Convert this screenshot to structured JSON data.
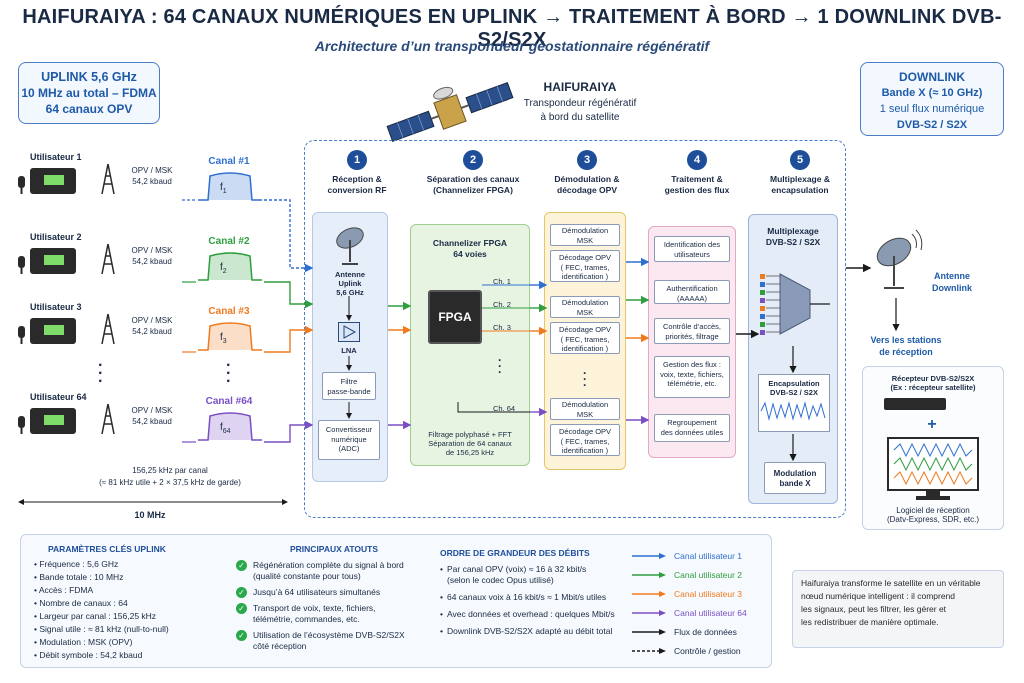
{
  "title": "HAIFURAIYA : 64 CANAUX NUMÉRIQUES EN UPLINK → TRAITEMENT À BORD → 1 DOWNLINK DVB-S2/S2X",
  "subtitle": "Architecture d’un transpondeur géostationnaire régénératif",
  "uplink_box": [
    "UPLINK 5,6 GHz",
    "10 MHz au total – FDMA",
    "64 canaux OPV"
  ],
  "downlink_box": [
    "DOWNLINK",
    "Bande X (≈ 10 GHz)",
    "1 seul flux numérique",
    "DVB-S2 / S2X"
  ],
  "satellite": {
    "name": "HAIFURAIYA",
    "line1": "Transpondeur régénératif",
    "line2": "à bord du satellite"
  },
  "users": [
    {
      "name": "Utilisateur 1",
      "mod": "OPV / MSK",
      "rate": "54,2 kbaud",
      "channel": "Canal #1",
      "f": "f",
      "sub": "1",
      "color": "#2f6fd1"
    },
    {
      "name": "Utilisateur 2",
      "mod": "OPV / MSK",
      "rate": "54,2 kbaud",
      "channel": "Canal #2",
      "f": "f",
      "sub": "2",
      "color": "#2e9e3e"
    },
    {
      "name": "Utilisateur 3",
      "mod": "OPV / MSK",
      "rate": "54,2 kbaud",
      "channel": "Canal #3",
      "f": "f",
      "sub": "3",
      "color": "#f07a1e"
    },
    {
      "name": "Utilisateur 64",
      "mod": "OPV / MSK",
      "rate": "54,2 kbaud",
      "channel": "Canal #64",
      "f": "f",
      "sub": "64",
      "color": "#7a4fc4"
    }
  ],
  "spacing_note": [
    "156,25 kHz par canal",
    "(≈ 81 kHz utile + 2 × 37,5 kHz de garde)"
  ],
  "bandwidth_label": "10 MHz",
  "steps": [
    {
      "n": "1",
      "label": "Réception &\nconversion RF"
    },
    {
      "n": "2",
      "label": "Séparation des canaux\n(Channelizer FPGA)"
    },
    {
      "n": "3",
      "label": "Démodulation &\ndécodage OPV"
    },
    {
      "n": "4",
      "label": "Traitement &\ngestion des flux"
    },
    {
      "n": "5",
      "label": "Multiplexage &\nencapsulation"
    }
  ],
  "col1": {
    "antenna": "Antenne\nUplink\n5,6 GHz",
    "lna": "LNA",
    "filter": "Filtre\npasse-bande",
    "adc": "Convertisseur\nnumérique\n(ADC)"
  },
  "col2": {
    "title": "Channelizer FPGA\n64 voies",
    "chip": "FPGA",
    "ch1": "Ch. 1",
    "ch2": "Ch. 2",
    "ch3": "Ch. 3",
    "ch64": "Ch. 64",
    "note": "Filtrage polyphasé + FFT\nSéparation de 64 canaux\nde 156,25 kHz"
  },
  "col3": {
    "demod": "Démodulation\nMSK",
    "decode": "Décodage OPV\n( FEC, trames,\nidentification )"
  },
  "col4": [
    "Identification des\nutilisateurs",
    "Authentification\n(AAAAA)",
    "Contrôle d’accès,\npriorités, filtrage",
    "Gestion des flux :\nvoix, texte, fichiers,\ntélémétrie, etc.",
    "Regroupement\ndes données utiles"
  ],
  "col5": {
    "mux": "Multiplexage\nDVB-S2 / S2X",
    "encap": "Encapsulation\nDVB-S2 / S2X",
    "mod": "Modulation\nbande X"
  },
  "downlink_antenna": "Antenne\nDownlink",
  "stations": "Vers les stations\nde réception",
  "receiver": {
    "title": "Récepteur DVB-S2/S2X\n(Ex : récepteur satellite)",
    "plus": "+",
    "soft": "Logiciel de réception\n(Datv-Express, SDR, etc.)"
  },
  "params": {
    "title": "PARAMÈTRES CLÉS UPLINK",
    "items": [
      "Fréquence : 5,6 GHz",
      "Bande totale : 10 MHz",
      "Accès : FDMA",
      "Nombre de canaux : 64",
      "Largeur par canal : 156,25 kHz",
      "Signal utile : ≈ 81 kHz (null-to-null)",
      "Modulation : MSK (OPV)",
      "Débit symbole : 54,2 kbaud"
    ]
  },
  "atouts": {
    "title": "PRINCIPAUX ATOUTS",
    "items": [
      "Régénération complète du signal à bord\n(qualité constante pour tous)",
      "Jusqu’à 64 utilisateurs simultanés",
      "Transport de voix, texte, fichiers,\ntélémétrie, commandes, etc.",
      "Utilisation de l’écosystème DVB-S2/S2X\ncôté réception"
    ]
  },
  "debits": {
    "title": "ORDRE DE GRANDEUR DES DÉBITS",
    "items": [
      "Par canal OPV (voix) ≈ 16 à 32 kbit/s\n(selon le codec Opus utilisé)",
      "64 canaux voix à 16 kbit/s ≈ 1 Mbit/s utiles",
      "Avec données et overhead : quelques Mbit/s",
      "Downlink DVB-S2/S2X adapté au débit total"
    ]
  },
  "legend": [
    {
      "label": "Canal utilisateur 1",
      "color": "#2f6fd1",
      "style": "solid"
    },
    {
      "label": "Canal utilisateur 2",
      "color": "#2e9e3e",
      "style": "solid"
    },
    {
      "label": "Canal utilisateur 3",
      "color": "#f07a1e",
      "style": "solid"
    },
    {
      "label": "Canal utilisateur 64",
      "color": "#7a4fc4",
      "style": "solid"
    },
    {
      "label": "Flux de données",
      "color": "#1a1a1a",
      "style": "solid"
    },
    {
      "label": "Contrôle / gestion",
      "color": "#1a1a1a",
      "style": "dashed"
    }
  ],
  "conclusion": "Haifuraiya transforme le satellite en un véritable\nnœud numérique intelligent : il comprend\nles signaux, peut les filtrer, les gérer et\nles redistribuer de manière optimale."
}
